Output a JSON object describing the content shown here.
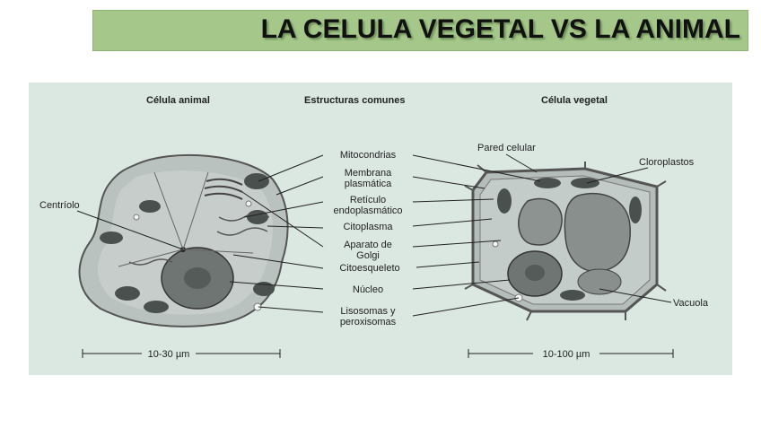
{
  "title": "LA CELULA VEGETAL VS LA ANIMAL",
  "headers": {
    "animal": "Célula animal",
    "common": "Estructuras comunes",
    "plant": "Célula vegetal"
  },
  "animal_labels": {
    "centriolo": "Centríolo"
  },
  "common_labels": {
    "mitocondrias": "Mitocondrias",
    "membrana_1": "Membrana",
    "membrana_2": "plasmática",
    "reticulo_1": "Retículo",
    "reticulo_2": "endoplasmático",
    "citoplasma": "Citoplasma",
    "golgi_1": "Aparato de",
    "golgi_2": "Golgi",
    "citoesqueleto": "Citoesqueleto",
    "nucleo": "Núcleo",
    "lisosomas_1": "Lisosomas y",
    "lisosomas_2": "peroxisomas"
  },
  "plant_labels": {
    "pared": "Pared celular",
    "cloroplastos": "Cloroplastos",
    "vacuola": "Vacuola"
  },
  "scales": {
    "animal": "10-30 µm",
    "plant": "10-100 µm"
  },
  "colors": {
    "title_bg": "#a5c88a",
    "figure_bg": "#dbe8e2"
  }
}
